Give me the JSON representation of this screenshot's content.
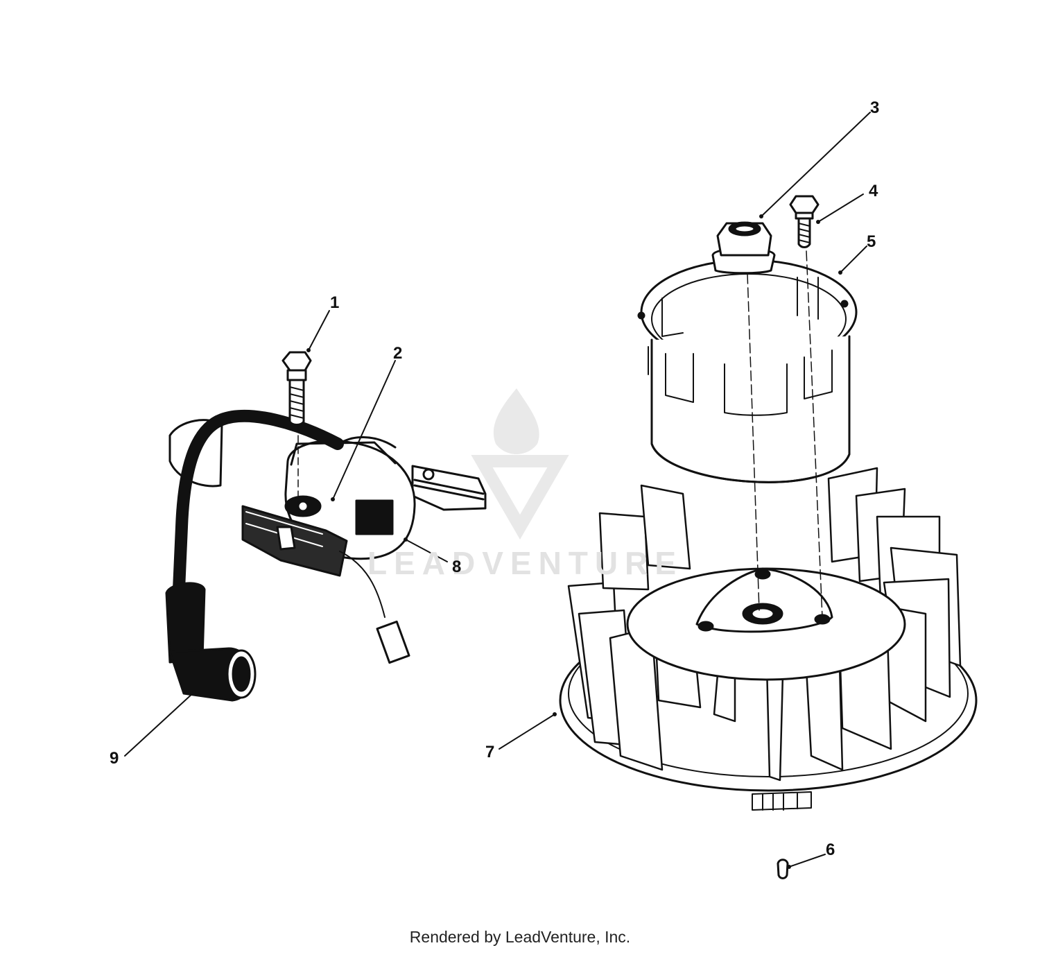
{
  "diagram": {
    "callouts": [
      {
        "id": "1",
        "label": "1"
      },
      {
        "id": "2",
        "label": "2"
      },
      {
        "id": "3",
        "label": "3"
      },
      {
        "id": "4",
        "label": "4"
      },
      {
        "id": "5",
        "label": "5"
      },
      {
        "id": "6",
        "label": "6"
      },
      {
        "id": "7",
        "label": "7"
      },
      {
        "id": "8",
        "label": "8"
      },
      {
        "id": "9",
        "label": "9"
      }
    ]
  },
  "watermark": {
    "text": "LEADVENTURE"
  },
  "footer": {
    "text": "Rendered by LeadVenture, Inc."
  },
  "colors": {
    "line": "#111111",
    "watermark": "#e2e2e2",
    "background": "#ffffff"
  }
}
